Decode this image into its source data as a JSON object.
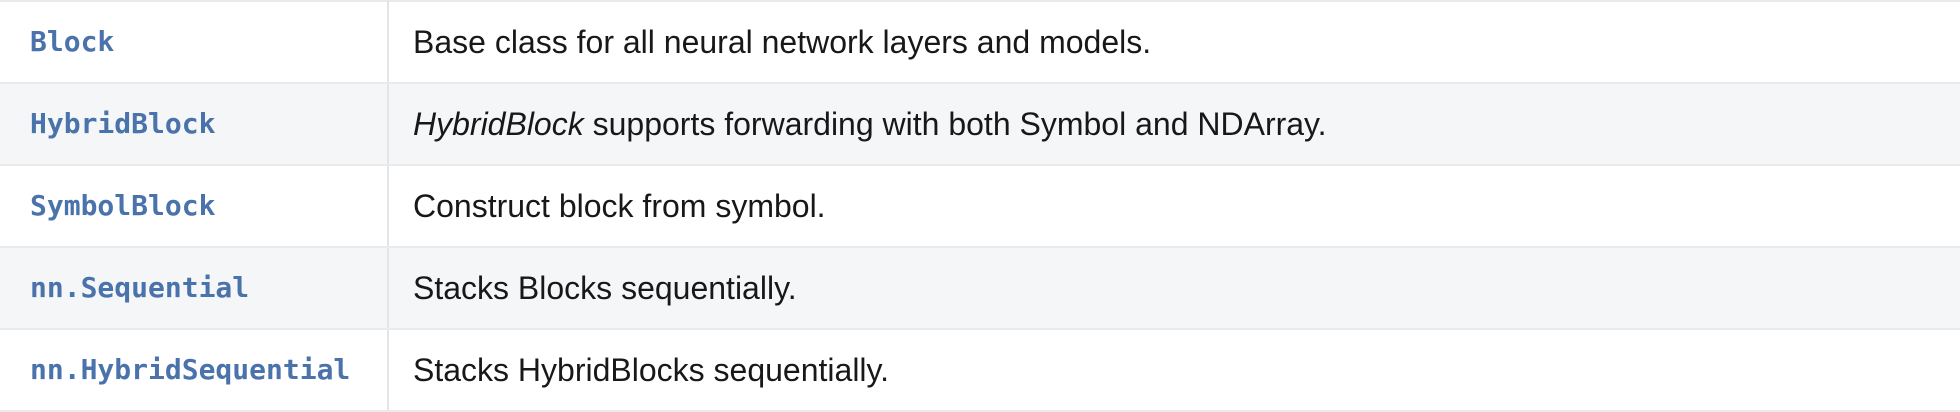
{
  "table": {
    "columns": [
      "name",
      "description"
    ],
    "accent_color": "#4a72ab",
    "text_color": "#181818",
    "stripe_color": "#f5f6f7",
    "base_color": "#ffffff",
    "border_color": "#e8eaec",
    "rows": [
      {
        "name": "Block",
        "description": "Base class for all neural network layers and models.",
        "emphasis": "",
        "description_rest": "Base class for all neural network layers and models."
      },
      {
        "name": "HybridBlock",
        "description": "HybridBlock supports forwarding with both Symbol and NDArray.",
        "emphasis": "HybridBlock",
        "description_rest": " supports forwarding with both Symbol and NDArray."
      },
      {
        "name": "SymbolBlock",
        "description": "Construct block from symbol.",
        "emphasis": "",
        "description_rest": "Construct block from symbol."
      },
      {
        "name": "nn.Sequential",
        "description": "Stacks Blocks sequentially.",
        "emphasis": "",
        "description_rest": "Stacks Blocks sequentially."
      },
      {
        "name": "nn.HybridSequential",
        "description": "Stacks HybridBlocks sequentially.",
        "emphasis": "",
        "description_rest": "Stacks HybridBlocks sequentially."
      }
    ]
  }
}
